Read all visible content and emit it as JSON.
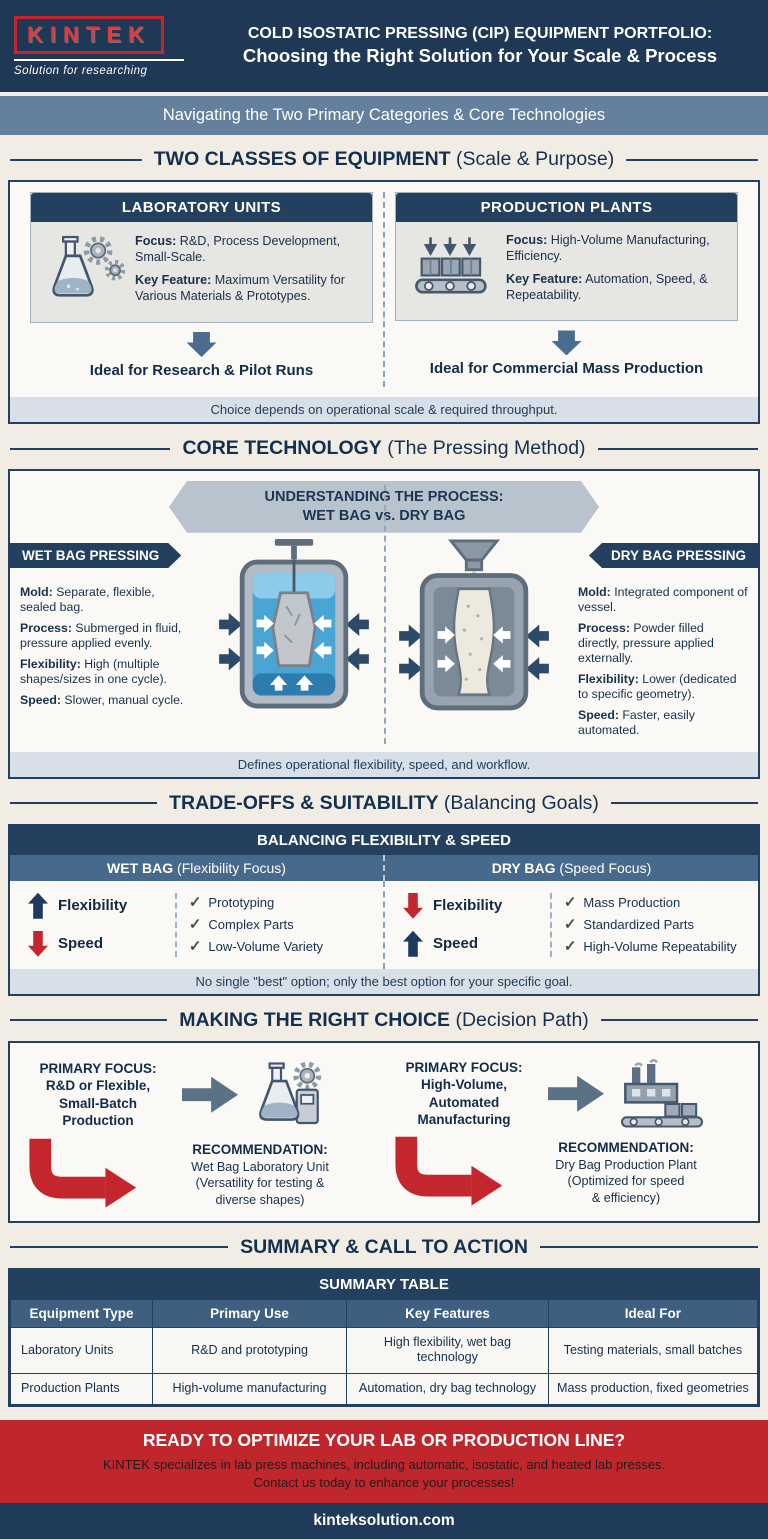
{
  "colors": {
    "navy": "#1f3855",
    "red": "#c4262e",
    "steel": "#46698c"
  },
  "header": {
    "logo": "KINTEK",
    "tagline": "Solution for researching",
    "title1": "COLD ISOSTATIC PRESSING (CIP) EQUIPMENT PORTFOLIO:",
    "title2": "Choosing the Right Solution for Your Scale & Process"
  },
  "subtitle": "Navigating the Two Primary Categories & Core Technologies",
  "classes": {
    "title": "TWO CLASSES OF EQUIPMENT",
    "subtitle": "(Scale & Purpose)",
    "lab": {
      "header": "LABORATORY UNITS",
      "focus_label": "Focus:",
      "focus_text": "R&D, Process Development, Small-Scale.",
      "feature_label": "Key Feature:",
      "feature_text": "Maximum Versatility for Various Materials & Prototypes.",
      "ideal": "Ideal for Research & Pilot Runs"
    },
    "plant": {
      "header": "PRODUCTION PLANTS",
      "focus_label": "Focus:",
      "focus_text": "High-Volume Manufacturing, Efficiency.",
      "feature_label": "Key Feature:",
      "feature_text": "Automation, Speed, & Repeatability.",
      "ideal": "Ideal for Commercial Mass Production"
    },
    "footer": "Choice depends on operational scale & required throughput."
  },
  "core": {
    "title": "CORE TECHNOLOGY",
    "subtitle": "(The Pressing Method)",
    "banner1": "UNDERSTANDING THE PROCESS:",
    "banner2": "WET BAG vs. DRY BAG",
    "wet": {
      "label": "WET BAG PRESSING",
      "specs": [
        {
          "label": "Mold:",
          "text": "Separate, flexible, sealed bag."
        },
        {
          "label": "Process:",
          "text": "Submerged in fluid, pressure applied evenly."
        },
        {
          "label": "Flexibility:",
          "text": "High (multiple shapes/sizes in one cycle)."
        },
        {
          "label": "Speed:",
          "text": "Slower, manual cycle."
        }
      ]
    },
    "dry": {
      "label": "DRY BAG PRESSING",
      "specs": [
        {
          "label": "Mold:",
          "text": "Integrated component of vessel."
        },
        {
          "label": "Process:",
          "text": "Powder filled directly, pressure applied externally."
        },
        {
          "label": "Flexibility:",
          "text": "Lower (dedicated to specific geometry)."
        },
        {
          "label": "Speed:",
          "text": "Faster, easily automated."
        }
      ]
    },
    "footer": "Defines operational flexibility, speed, and workflow."
  },
  "tradeoffs": {
    "title": "TRADE-OFFS & SUITABILITY",
    "subtitle": "(Balancing Goals)",
    "header": "BALANCING FLEXIBILITY & SPEED",
    "wet": {
      "header_bold": "WET BAG",
      "header_rest": " (Flexibility Focus)",
      "arrows": [
        {
          "dir": "up",
          "label": "Flexibility"
        },
        {
          "dir": "down",
          "label": "Speed"
        }
      ],
      "checks": [
        "Prototyping",
        "Complex Parts",
        "Low-Volume Variety"
      ]
    },
    "dry": {
      "header_bold": "DRY BAG",
      "header_rest": " (Speed Focus)",
      "arrows": [
        {
          "dir": "down",
          "label": "Flexibility"
        },
        {
          "dir": "up",
          "label": "Speed"
        }
      ],
      "checks": [
        "Mass Production",
        "Standardized Parts",
        "High-Volume Repeatability"
      ]
    },
    "footer": "No single \"best\" option; only the best option for your specific goal."
  },
  "choice": {
    "title": "MAKING THE RIGHT CHOICE",
    "subtitle": "(Decision Path)",
    "left": {
      "focus_label": "PRIMARY FOCUS:",
      "focus_line1": "R&D or Flexible,",
      "focus_line2": "Small-Batch Production",
      "rec_label": "RECOMMENDATION:",
      "rec_line1": "Wet Bag Laboratory Unit",
      "rec_line2": "(Versatility for testing &",
      "rec_line3": "diverse shapes)"
    },
    "right": {
      "focus_label": "PRIMARY FOCUS:",
      "focus_line1": "High-Volume,",
      "focus_line2": "Automated Manufacturing",
      "rec_label": "RECOMMENDATION:",
      "rec_line1": "Dry Bag Production Plant",
      "rec_line2": "(Optimized for speed",
      "rec_line3": "& efficiency)"
    }
  },
  "summary": {
    "title": "SUMMARY & CALL TO ACTION",
    "table_title": "SUMMARY TABLE",
    "columns": [
      "Equipment Type",
      "Primary Use",
      "Key Features",
      "Ideal For"
    ],
    "rows": [
      [
        "Laboratory Units",
        "R&D and prototyping",
        "High flexibility, wet bag technology",
        "Testing materials, small batches"
      ],
      [
        "Production Plants",
        "High-volume manufacturing",
        "Automation, dry bag technology",
        "Mass production, fixed geometries"
      ]
    ]
  },
  "cta": {
    "title": "READY TO OPTIMIZE YOUR LAB OR PRODUCTION LINE?",
    "line1": "KINTEK specializes in lab press machines, including automatic, isostatic, and heated lab presses.",
    "line2": "Contact us today to enhance your processes!"
  },
  "footer": {
    "url": "kinteksolution.com"
  }
}
